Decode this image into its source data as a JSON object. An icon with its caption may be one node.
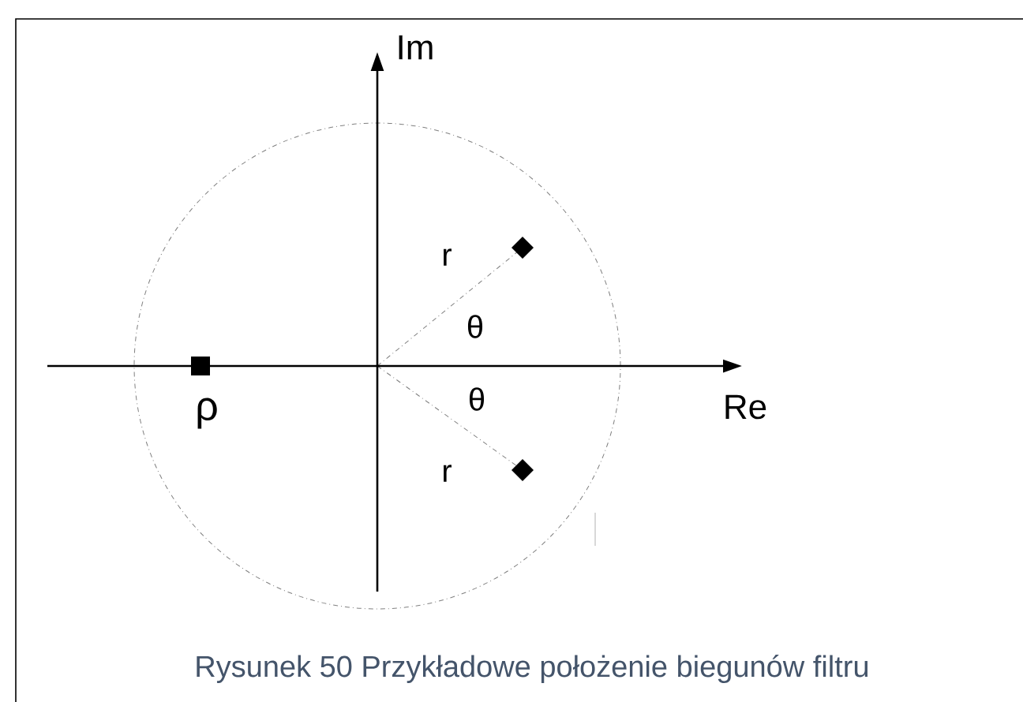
{
  "diagram": {
    "caption": "Rysunek 50 Przykładowe położenie biegunów filtru",
    "labels": [
      "Im",
      "r",
      "θ",
      "Re",
      "ρ",
      "θ",
      "r"
    ]
  }
}
